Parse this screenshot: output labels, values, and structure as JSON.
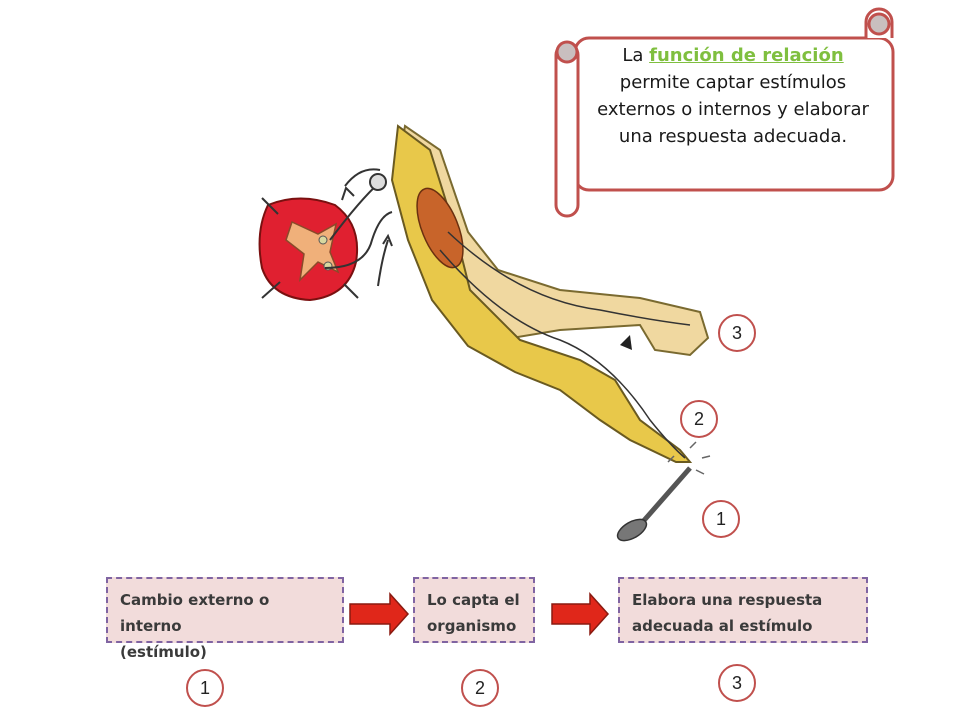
{
  "scroll": {
    "prefix": "La ",
    "link": "función de relación",
    "suffix": " permite captar estímulos externos o internos y elaborar una respuesta adecuada."
  },
  "diagram_markers": [
    "3",
    "2",
    "1"
  ],
  "flow": {
    "steps": [
      {
        "line1": "Cambio externo o interno",
        "line2": "(estímulo)"
      },
      {
        "line1": "Lo capta el",
        "line2": "organismo"
      },
      {
        "line1": "Elabora una respuesta",
        "line2": "adecuada al estímulo"
      }
    ],
    "numbers": [
      "1",
      "2",
      "3"
    ]
  },
  "colors": {
    "scroll_border": "#c0504d",
    "link": "#7fbf3f",
    "box_fill": "#f2dcdb",
    "box_border": "#8064a2",
    "arrow": "#e0271a"
  }
}
